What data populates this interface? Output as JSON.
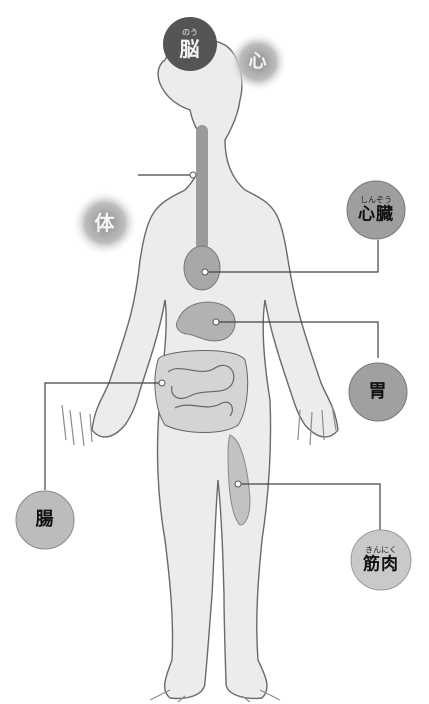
{
  "labels": {
    "brain": {
      "ruby": "のう",
      "text": "脳"
    },
    "mind": {
      "text": "心"
    },
    "body": {
      "text": "体"
    },
    "heart": {
      "ruby": "しんぞう",
      "text": "心臓"
    },
    "stomach": {
      "text": "胃"
    },
    "intestine": {
      "text": "腸"
    },
    "muscle": {
      "ruby": "きんにく",
      "text": "筋肉"
    }
  },
  "colors": {
    "dark_circle": "#555555",
    "medium_circle": "#9a9a9a",
    "light_circle": "#bdbdbd",
    "body_fill": "#ececec",
    "organ_fill": "#b0b0b0",
    "line": "#444444"
  }
}
